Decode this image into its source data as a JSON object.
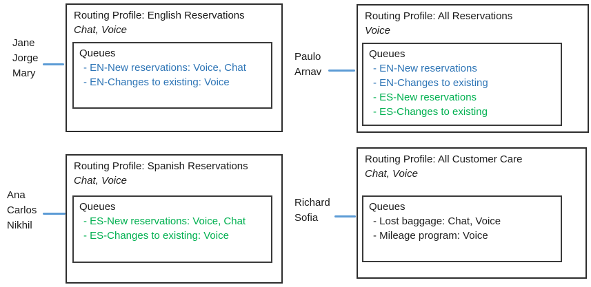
{
  "diagram": {
    "colors": {
      "queue_blue": "#2e75b6",
      "queue_green": "#00b050",
      "queue_black": "#1f1f1f",
      "connector_blue": "#5b9bd5",
      "box_border": "#2e2e2e",
      "text": "#1a1a1a"
    },
    "profiles": [
      {
        "title": "Routing Profile: English Reservations",
        "channels": "Chat, Voice",
        "queues_label": "Queues",
        "agents": [
          "Jane",
          "Jorge",
          "Mary"
        ],
        "queues": [
          {
            "text": "- EN-New reservations: Voice, Chat",
            "color": "blue"
          },
          {
            "text": "- EN-Changes to existing: Voice",
            "color": "blue"
          }
        ]
      },
      {
        "title": "Routing Profile: All Reservations",
        "channels": "Voice",
        "queues_label": "Queues",
        "agents": [
          "Paulo",
          "Arnav"
        ],
        "queues": [
          {
            "text": "- EN-New reservations",
            "color": "blue"
          },
          {
            "text": "- EN-Changes to existing",
            "color": "blue"
          },
          {
            "text": "- ES-New reservations",
            "color": "green"
          },
          {
            "text": "- ES-Changes to existing",
            "color": "green"
          }
        ]
      },
      {
        "title": "Routing Profile: Spanish Reservations",
        "channels": "Chat, Voice",
        "queues_label": "Queues",
        "agents": [
          "Ana",
          "Carlos",
          "Nikhil"
        ],
        "queues": [
          {
            "text": "- ES-New reservations: Voice, Chat",
            "color": "green"
          },
          {
            "text": "- ES-Changes to existing: Voice",
            "color": "green"
          }
        ]
      },
      {
        "title": "Routing Profile: All Customer Care",
        "channels": "Chat, Voice",
        "queues_label": "Queues",
        "agents": [
          "Richard",
          "Sofia"
        ],
        "queues": [
          {
            "text": "- Lost baggage: Chat, Voice",
            "color": "black"
          },
          {
            "text": "- Mileage program: Voice",
            "color": "black"
          }
        ]
      }
    ]
  }
}
